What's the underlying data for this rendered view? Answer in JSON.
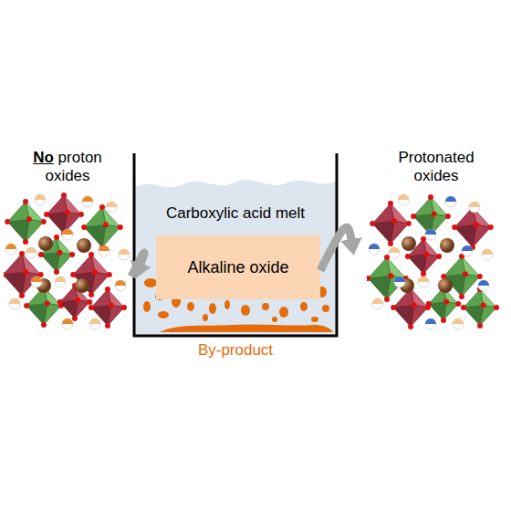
{
  "diagram": {
    "nodes": [
      {
        "text": [
          "No proton oxides"
        ]
      },
      {
        "text": [
          "Carboxylic acid melt"
        ]
      },
      {
        "text": [
          "Alkaline oxide"
        ],
        "in": 1
      },
      {
        "text": [
          "Protonated oxides"
        ]
      }
    ],
    "edges": [
      {
        "from": 0,
        "to": 2,
        "arrow": "to"
      },
      {
        "from": 2,
        "to": 3,
        "arrow": "to"
      }
    ],
    "labels": [
      "By-product"
    ]
  }
}
